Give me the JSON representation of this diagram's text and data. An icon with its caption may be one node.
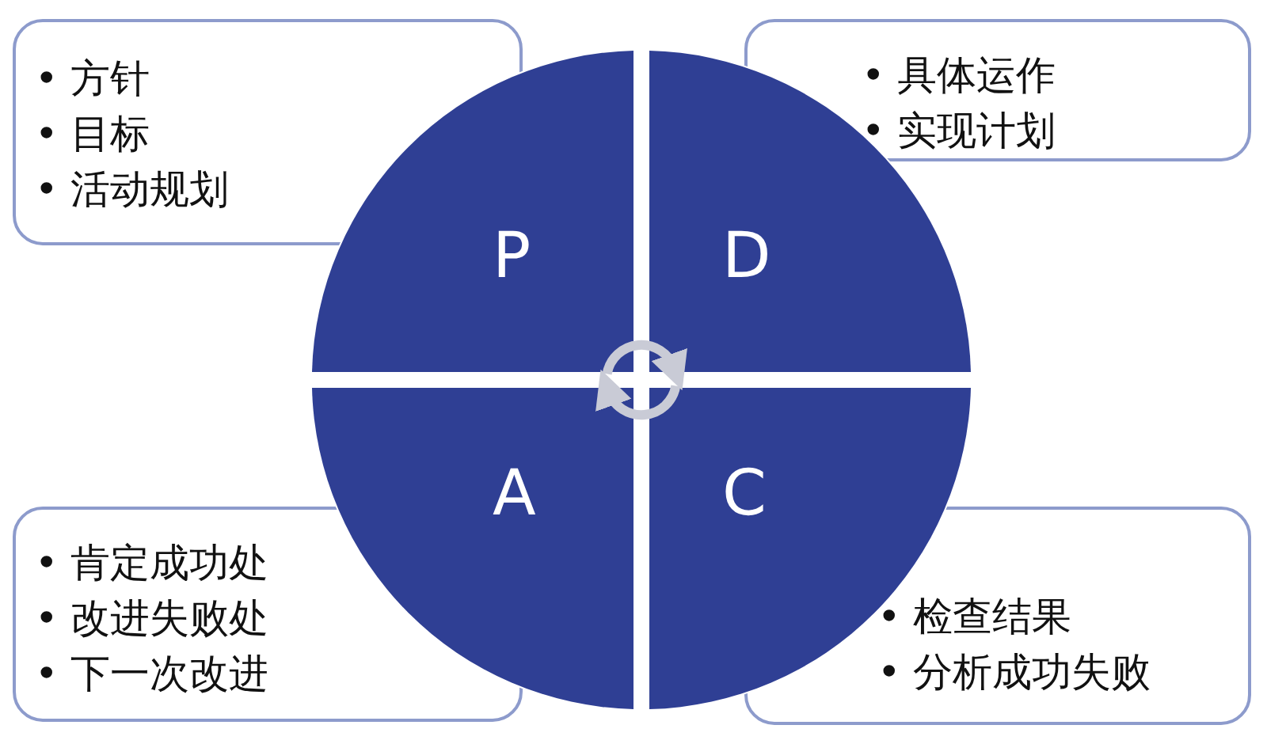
{
  "diagram": {
    "nodes": [
      {
        "text": [
          "• 方针",
          "• 目标",
          "• 活动规划"
        ]
      },
      {
        "text": [
          "• 具体运作",
          "• 实现计划"
        ]
      },
      {
        "text": [
          "P"
        ]
      },
      {
        "text": [
          "D"
        ]
      },
      {
        "text": [
          "A"
        ]
      },
      {
        "text": [
          "C"
        ]
      },
      {
        "text": [
          "• 肯定成功处",
          "• 改进失败处",
          "• 下一次改进"
        ]
      },
      {
        "text": [
          "• 检查结果",
          "• 分析成功失败"
        ]
      }
    ],
    "edges": [
      {
        "from": 2,
        "to": 3,
        "arrow": "to"
      },
      {
        "from": 5,
        "to": 4,
        "arrow": "to"
      }
    ]
  }
}
